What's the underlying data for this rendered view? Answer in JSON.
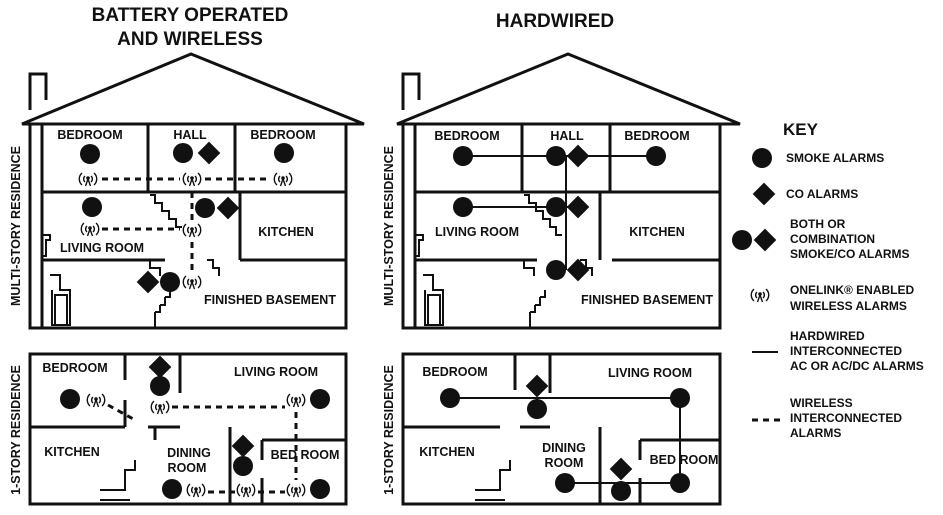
{
  "titles": {
    "battery_line1": "BATTERY OPERATED",
    "battery_line2": "AND WIRELESS",
    "hardwired": "HARDWIRED"
  },
  "side_labels": {
    "multi_story": "MULTI-STORY RESIDENCE",
    "one_story": "1-STORY RESIDENCE"
  },
  "rooms": {
    "bedroom": "BEDROOM",
    "hall": "HALL",
    "living_room": "LIVING ROOM",
    "kitchen": "KITCHEN",
    "finished_basement": "FINISHED BASEMENT",
    "dining": "DINING",
    "room": "ROOM",
    "bed_room": "BED ROOM"
  },
  "key": {
    "title": "KEY",
    "smoke": "SMOKE ALARMS",
    "co": "CO ALARMS",
    "both_1": "BOTH OR",
    "both_2": "COMBINATION",
    "both_3": "SMOKE/CO ALARMS",
    "onelink_1": "ONELINK® ENABLED",
    "onelink_2": "WIRELESS ALARMS",
    "hard_1": "HARDWIRED",
    "hard_2": "INTERCONNECTED",
    "hard_3": "AC OR AC/DC ALARMS",
    "wl_1": "WIRELESS",
    "wl_2": "INTERCONNECTED",
    "wl_3": "ALARMS"
  },
  "icons": {
    "smoke": "smoke-alarm-icon",
    "co": "co-alarm-icon",
    "wireless": "wireless-signal-icon"
  }
}
